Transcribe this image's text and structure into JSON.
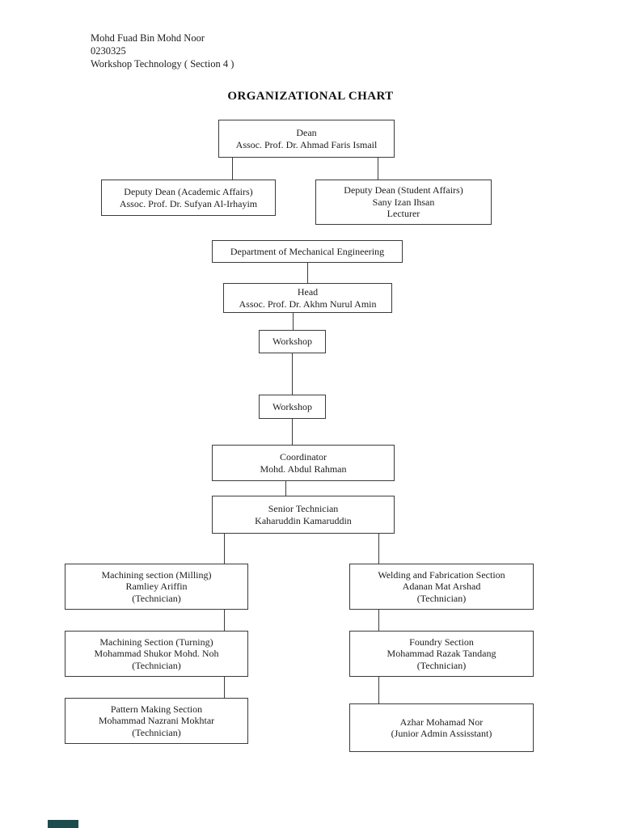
{
  "header": {
    "lines": [
      "Mohd Fuad Bin Mohd Noor",
      "0230325",
      "Workshop Technology ( Section 4 )"
    ]
  },
  "title": "ORGANIZATIONAL CHART",
  "chart": {
    "dean": [
      "Dean",
      "Assoc. Prof. Dr. Ahmad Faris Ismail"
    ],
    "deputy_academic": [
      "Deputy Dean (Academic Affairs)",
      "Assoc. Prof. Dr. Sufyan Al-Irhayim"
    ],
    "deputy_student": [
      "Deputy Dean (Student Affairs)",
      "Sany Izan Ihsan",
      "Lecturer"
    ],
    "department": [
      "Department of Mechanical Engineering"
    ],
    "head": [
      "Head",
      "Assoc. Prof. Dr. Akhm Nurul Amin"
    ],
    "workshop_upper": [
      "Workshop"
    ],
    "workshop_lower": [
      "Workshop"
    ],
    "coordinator": [
      "Coordinator",
      "Mohd. Abdul Rahman"
    ],
    "senior_technician": [
      "Senior Technician",
      "Kaharuddin Kamaruddin"
    ],
    "milling": [
      "Machining section (Milling)",
      "Ramliey Ariffin",
      "(Technician)"
    ],
    "welding": [
      "Welding and Fabrication Section",
      "Adanan Mat Arshad",
      "(Technician)"
    ],
    "turning": [
      "Machining Section (Turning)",
      "Mohammad Shukor Mohd. Noh",
      "(Technician)"
    ],
    "foundry": [
      "Foundry Section",
      "Mohammad Razak Tandang",
      "(Technician)"
    ],
    "pattern": [
      "Pattern Making Section",
      "Mohammad Nazrani Mokhtar",
      "(Technician)"
    ],
    "admin": [
      "Azhar Mohamad Nor",
      "(Junior Admin Assisstant)"
    ]
  },
  "colors": {
    "line": "#3b3b3b",
    "text": "#1c1c1c",
    "footer_bar": "#1e4b4b"
  }
}
